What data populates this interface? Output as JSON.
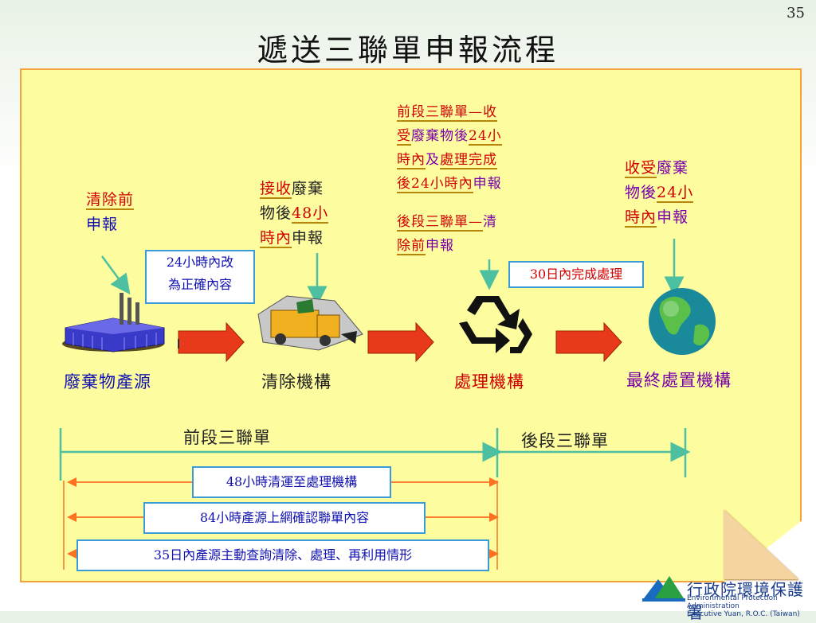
{
  "slide": {
    "page_number": "35",
    "title": "遞送三聯單申報流程"
  },
  "chart_data": {
    "type": "flowchart",
    "nodes": [
      {
        "id": "source",
        "label": "廢棄物產源",
        "icon": "factory-icon"
      },
      {
        "id": "clearer",
        "label": "清除機構",
        "icon": "garbage-truck-icon"
      },
      {
        "id": "processor",
        "label": "處理機構",
        "icon": "recycle-icon"
      },
      {
        "id": "final",
        "label": "最終處置機構",
        "icon": "globe-icon"
      }
    ],
    "flows": [
      {
        "from": "source",
        "to": "clearer"
      },
      {
        "from": "clearer",
        "to": "processor"
      },
      {
        "from": "processor",
        "to": "final"
      }
    ]
  },
  "notes": {
    "source_a": "清除前",
    "source_b": "申報",
    "correction_l1": "24小時內改",
    "correction_l2": "為正確內容",
    "clearer_a": "接收",
    "clearer_b": "廢棄",
    "clearer_c": "物後",
    "clearer_d": "48小",
    "clearer_e": "時內",
    "clearer_f": "申報",
    "proc1_l1": "前段三聯單—收",
    "proc1_l2a": "受",
    "proc1_l2b": "廢棄物後",
    "proc1_l2c": "24小",
    "proc1_l3a": "時內",
    "proc1_l3b": "及",
    "proc1_l3c": "處理完成",
    "proc1_l4a": "後24小時內",
    "proc1_l4b": "申報",
    "proc2_l1a": "後段三聯單—",
    "proc2_l1b": "清",
    "proc2_l2a": "除前",
    "proc2_l2b": "申報",
    "proc_box": "30日內完成處理",
    "final_a": "收受",
    "final_b": "廢棄",
    "final_c": "物後",
    "final_d": "24小",
    "final_e": "時內",
    "final_f": "申報"
  },
  "timeline": {
    "front_label": "前段三聯單",
    "back_label": "後段三聯單",
    "bar1": "48小時清運至處理機構",
    "bar2": "84小時產源上網確認聯單內容",
    "bar3": "35日內產源主動查詢清除、處理、再利用情形"
  },
  "logo": {
    "name": "行政院環境保護署",
    "en_line1": "Environmental Protection Administration",
    "en_line2": "Executive Yuan, R.O.C. (Taiwan)"
  },
  "colors": {
    "paper": "#fdfc9f",
    "paper_border": "#f2a33a",
    "flow_arrow": "#e83a1a",
    "timeline": "#4cc0a0",
    "timeline_orange": "#ff7020",
    "box_border": "#3a9bd6"
  }
}
